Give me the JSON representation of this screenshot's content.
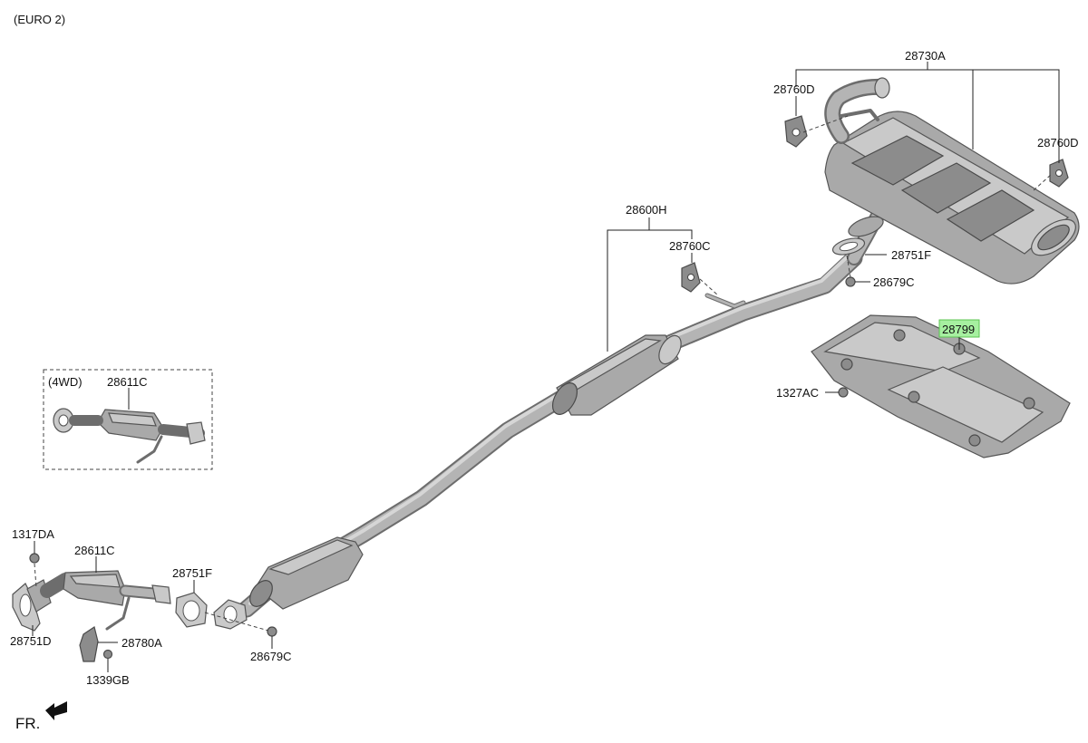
{
  "header": {
    "variant": "(EURO 2)"
  },
  "footer": {
    "front_marker": "FR."
  },
  "inset": {
    "title": "(4WD)",
    "part_label": "28611C"
  },
  "highlight_color": "#a6f0a0",
  "labels": {
    "muffler_assy": "28730A",
    "hanger_left": "28760D",
    "hanger_right": "28760D",
    "center_pipe": "28600H",
    "hanger_center": "28760C",
    "gasket_rear": "28751F",
    "nut_rear": "28679C",
    "heat_protector": "28799",
    "nut_protector": "1327AC",
    "bolt_front": "1317DA",
    "front_pipe": "28611C",
    "gasket_front": "28751F",
    "gasket_manifold": "28751D",
    "bracket": "28780A",
    "bolt_bracket": "1339GB",
    "nut_front": "28679C"
  }
}
